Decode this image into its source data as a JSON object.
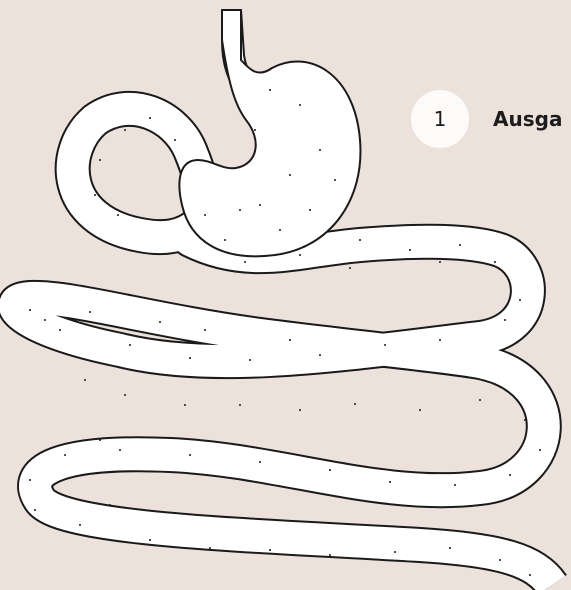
{
  "steps": [
    {
      "number": "1",
      "label": "Ausga"
    }
  ],
  "colors": {
    "background": "#ede2db",
    "organ_fill": "#ffffff",
    "outline": "#1a1a1a",
    "badge": "#fdfbf9"
  },
  "icons": {
    "illustration": "digestive-tract-stomach-intestine"
  }
}
